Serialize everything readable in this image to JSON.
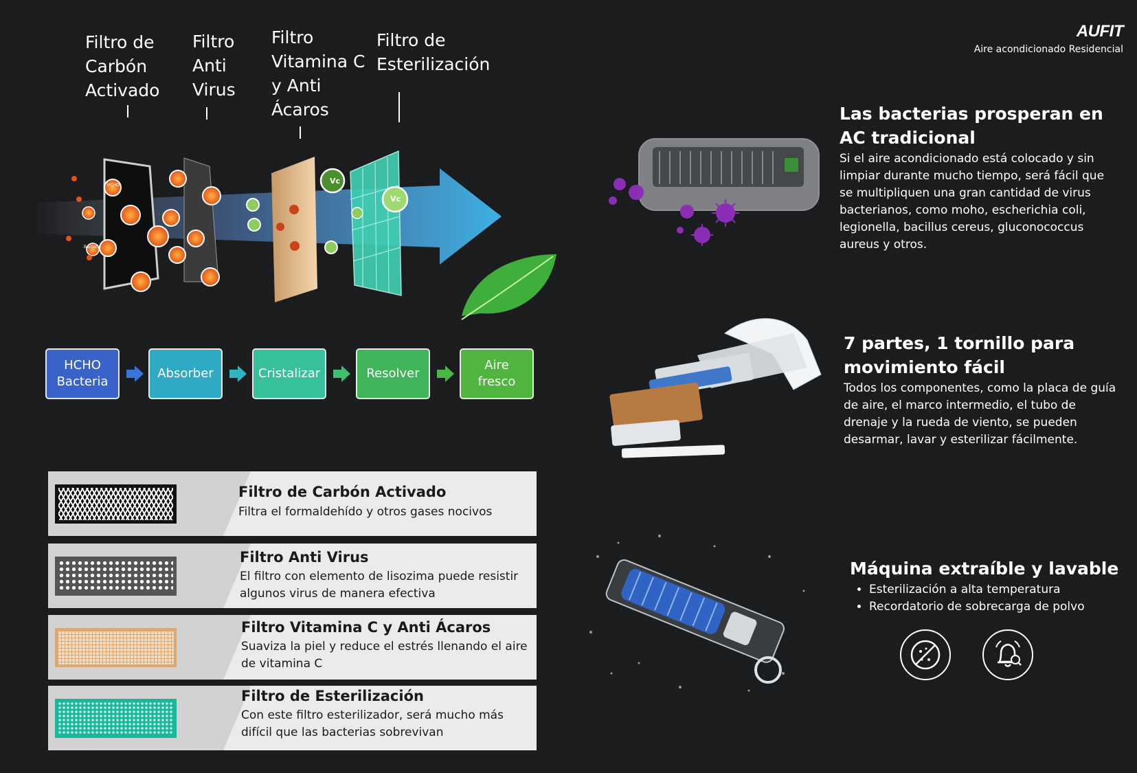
{
  "brand": {
    "name": "AUFIT",
    "subtitle": "Aire acondicionado Residencial"
  },
  "diagram_labels": {
    "carbon": [
      "Filtro de",
      "Carbón",
      "Activado"
    ],
    "antivirus": [
      "Filtro",
      "Anti",
      "Virus"
    ],
    "vitamin": [
      "Filtro",
      "Vitamina C",
      "y Anti",
      "Ácaros"
    ],
    "sterilization": [
      "Filtro de",
      "Esterilización"
    ]
  },
  "particle_labels": {
    "hcho": "HCHO",
    "bacteria": "Bacteria",
    "vc": "Vc"
  },
  "flow": {
    "step1": {
      "line1": "HCHO",
      "line2": "Bacteria",
      "color": "#3a63c9"
    },
    "step2": {
      "label": "Absorber",
      "color": "#2fa9c4"
    },
    "step3": {
      "label": "Cristalizar",
      "color": "#38bf9c"
    },
    "step4": {
      "label": "Resolver",
      "color": "#3fb45a"
    },
    "step5": {
      "line1": "Aire",
      "line2": "fresco",
      "color": "#4fb53f"
    }
  },
  "filters": [
    {
      "title": "Filtro de Carbón Activado",
      "desc": "Filtra el formaldehído y otros gases nocivos",
      "swatch": "#111111"
    },
    {
      "title": "Filtro Anti Virus",
      "desc": "El filtro con elemento de lisozima puede resistir algunos virus de manera efectiva",
      "swatch": "#555555"
    },
    {
      "title": "Filtro Vitamina C y Anti Ácaros",
      "desc": "Suaviza la piel y reduce el estrés llenando el aire de vitamina C",
      "swatch": "#d9a874"
    },
    {
      "title": "Filtro de Esterilización",
      "desc": "Con este filtro esterilizador, será mucho más difícil que las bacterias sobrevivan",
      "swatch": "#1bb79b"
    }
  ],
  "features": {
    "bacteria": {
      "title": "Las bacterias prosperan en AC tradicional",
      "body": "Si el aire acondicionado está colocado y sin limpiar durante mucho tiempo, será fácil que se multipliquen una gran cantidad de virus bacterianos, como moho, escherichia coli, legionella, bacillus cereus, gluconococcus aureus y otros."
    },
    "parts": {
      "title": "7 partes, 1 tornillo para movimiento fácil",
      "body": "Todos los componentes, como la placa de guía de aire, el marco intermedio, el tubo de drenaje y la rueda de viento, se pueden desarmar, lavar y esterilizar fácilmente."
    },
    "washable": {
      "title": "Máquina extraíble y lavable",
      "bullets": [
        "Esterilización a alta temperatura",
        "Recordatorio de sobrecarga de polvo"
      ]
    }
  },
  "icons": {
    "sterilize": "sterilization-icon",
    "reminder": "bell-alert-icon"
  },
  "colors": {
    "background": "#1b1c1e",
    "arrow": "#3fb8ec",
    "virus": "#8a2fb5",
    "leaf": "#3fae3a"
  }
}
